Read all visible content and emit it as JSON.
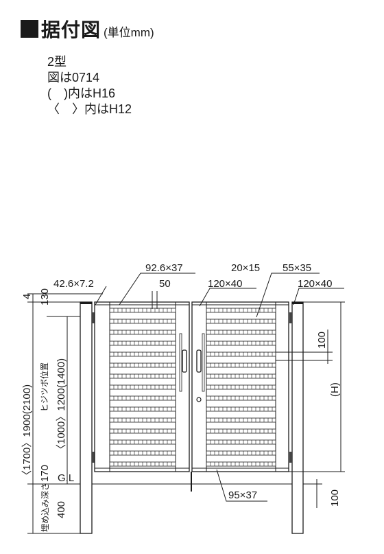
{
  "header": {
    "title": "据付図",
    "unit": "(単位mm)"
  },
  "notes": [
    "2型",
    "図は0714",
    "(　)内はH16",
    "〈　〉内はH12"
  ],
  "labels": {
    "post_section": "42.6×7.2",
    "frame_section": "92.6×37",
    "pitch": "50",
    "post_left": "120×40",
    "slat": "20×15",
    "stile": "55×35",
    "post_right": "120×40",
    "bottom_rail": "95×37",
    "top_gap": "4",
    "top_margin": "130",
    "hinge_offset": "100",
    "height_symbol": "(H)",
    "hinge_position": "ヒジツボ位置",
    "total_height": "〈1700〉1900(2100)",
    "gate_height": "〈1000〉1200(1400)",
    "ground_gap": "170",
    "ground_level": "G.L",
    "embed_label": "埋め込み深さ",
    "embed_depth": "400",
    "foundation": "100"
  }
}
